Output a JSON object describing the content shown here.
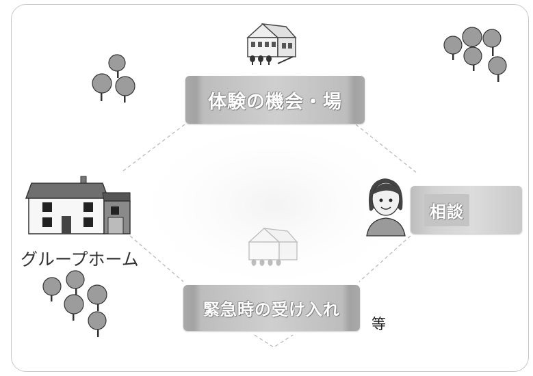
{
  "nodes": {
    "experience": "体験の機会・場",
    "emergency": "緊急時の受け入れ",
    "consult": "相談",
    "group_home": "グループホーム"
  },
  "etc_label": "等",
  "colors": {
    "box_fill": "#c6c6c6",
    "box_text": "#ffffff",
    "connector": "#b5b5b5",
    "frame_border": "#c7c7c7"
  }
}
